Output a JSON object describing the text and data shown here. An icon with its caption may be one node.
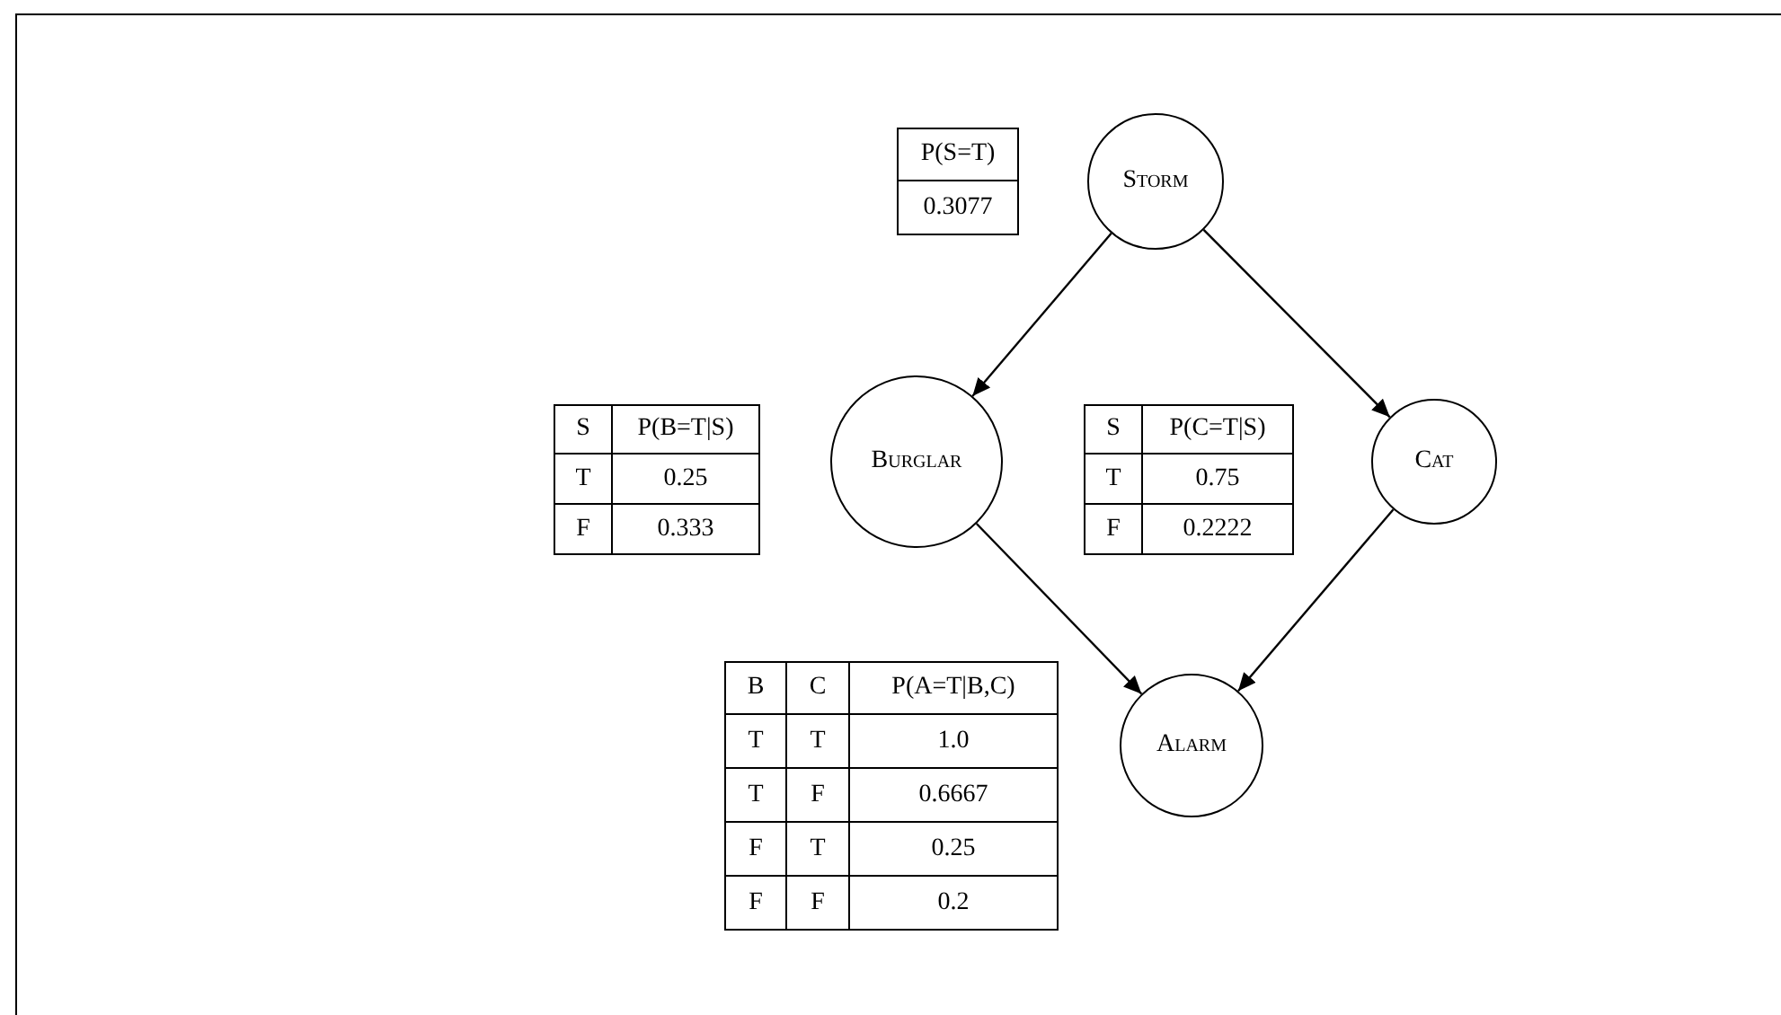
{
  "diagram": {
    "nodes": [
      {
        "text": [
          "Storm"
        ]
      },
      {
        "text": [
          "Burglar"
        ]
      },
      {
        "text": [
          "Cat"
        ]
      },
      {
        "text": [
          "Alarm"
        ]
      }
    ],
    "edges": [
      {
        "from": 0,
        "to": 1,
        "arrow": "to"
      },
      {
        "from": 0,
        "to": 2,
        "arrow": "to"
      },
      {
        "from": 1,
        "to": 3,
        "arrow": "to"
      },
      {
        "from": 2,
        "to": 3,
        "arrow": "to"
      }
    ],
    "labels": [
      "P(S=T)",
      "0.3077",
      "S",
      "P(B=T|S)",
      "T",
      "0.25",
      "F",
      "0.333",
      "S",
      "P(C=T|S)",
      "T",
      "0.75",
      "F",
      "0.2222",
      "B",
      "C",
      "P(A=T|B,C)",
      "T",
      "T",
      "1.0",
      "T",
      "F",
      "0.6667",
      "F",
      "T",
      "0.25",
      "F",
      "F",
      "0.2"
    ]
  }
}
